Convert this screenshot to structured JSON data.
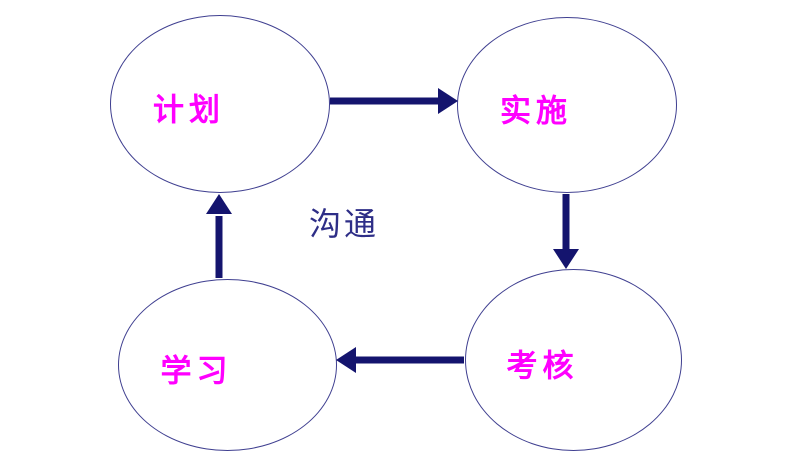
{
  "theme": {
    "arrow_color": "#14146e",
    "ellipse_stroke": "#3f3f90",
    "node_label_color": "#ff00ff",
    "center_label_color": "#2e2e87",
    "background_color": "#ffffff"
  },
  "diagram": {
    "type": "cycle",
    "nodes": [
      {
        "id": "plan",
        "label": "计划"
      },
      {
        "id": "implement",
        "label": "实施"
      },
      {
        "id": "assess",
        "label": "考核"
      },
      {
        "id": "learn",
        "label": "学习"
      }
    ],
    "center_label": "沟通",
    "arrows": [
      {
        "from": "计划",
        "to": "实施",
        "direction": "right"
      },
      {
        "from": "实施",
        "to": "考核",
        "direction": "down"
      },
      {
        "from": "考核",
        "to": "学习",
        "direction": "left"
      },
      {
        "from": "学习",
        "to": "计划",
        "direction": "up"
      }
    ]
  }
}
